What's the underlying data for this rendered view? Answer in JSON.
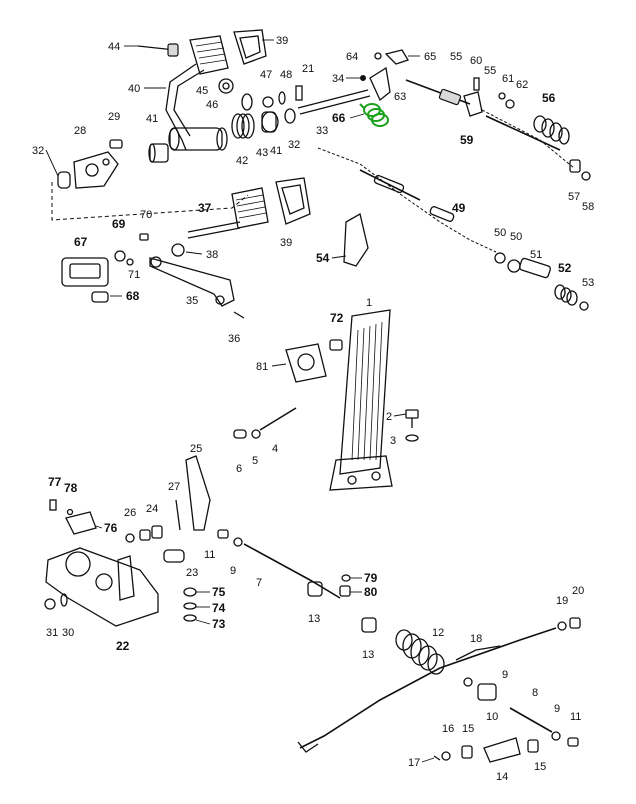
{
  "diagram": {
    "highlight_color": "#1aa11a",
    "callouts": [
      {
        "id": "c44",
        "text": "44"
      },
      {
        "id": "c39a",
        "text": "39"
      },
      {
        "id": "c40",
        "text": "40"
      },
      {
        "id": "c45",
        "text": "45"
      },
      {
        "id": "c47",
        "text": "47"
      },
      {
        "id": "c48",
        "text": "48"
      },
      {
        "id": "c21",
        "text": "21"
      },
      {
        "id": "c46",
        "text": "46"
      },
      {
        "id": "c34",
        "text": "34"
      },
      {
        "id": "c64",
        "text": "64"
      },
      {
        "id": "c65",
        "text": "65"
      },
      {
        "id": "c55a",
        "text": "55"
      },
      {
        "id": "c60",
        "text": "60"
      },
      {
        "id": "c55b",
        "text": "55"
      },
      {
        "id": "c61",
        "text": "61"
      },
      {
        "id": "c62",
        "text": "62"
      },
      {
        "id": "c56",
        "text": "56"
      },
      {
        "id": "c63",
        "text": "63"
      },
      {
        "id": "c66",
        "text": "66"
      },
      {
        "id": "c29",
        "text": "29"
      },
      {
        "id": "c28",
        "text": "28"
      },
      {
        "id": "c41a",
        "text": "41"
      },
      {
        "id": "c32a",
        "text": "32"
      },
      {
        "id": "c42",
        "text": "42"
      },
      {
        "id": "c43",
        "text": "43"
      },
      {
        "id": "c41b",
        "text": "41"
      },
      {
        "id": "c32b",
        "text": "32"
      },
      {
        "id": "c33",
        "text": "33"
      },
      {
        "id": "c59",
        "text": "59"
      },
      {
        "id": "c57",
        "text": "57"
      },
      {
        "id": "c58",
        "text": "58"
      },
      {
        "id": "c70",
        "text": "70"
      },
      {
        "id": "c37",
        "text": "37"
      },
      {
        "id": "c69",
        "text": "69"
      },
      {
        "id": "c67",
        "text": "67"
      },
      {
        "id": "c71",
        "text": "71"
      },
      {
        "id": "c68",
        "text": "68"
      },
      {
        "id": "c38",
        "text": "38"
      },
      {
        "id": "c39b",
        "text": "39"
      },
      {
        "id": "c49",
        "text": "49"
      },
      {
        "id": "c54",
        "text": "54"
      },
      {
        "id": "c50a",
        "text": "50"
      },
      {
        "id": "c50b",
        "text": "50"
      },
      {
        "id": "c51",
        "text": "51"
      },
      {
        "id": "c52",
        "text": "52"
      },
      {
        "id": "c53",
        "text": "53"
      },
      {
        "id": "c35",
        "text": "35"
      },
      {
        "id": "c36",
        "text": "36"
      },
      {
        "id": "c1",
        "text": "1"
      },
      {
        "id": "c72",
        "text": "72"
      },
      {
        "id": "c81",
        "text": "81"
      },
      {
        "id": "c2",
        "text": "2"
      },
      {
        "id": "c3",
        "text": "3"
      },
      {
        "id": "c25",
        "text": "25"
      },
      {
        "id": "c4",
        "text": "4"
      },
      {
        "id": "c5",
        "text": "5"
      },
      {
        "id": "c6",
        "text": "6"
      },
      {
        "id": "c77",
        "text": "77"
      },
      {
        "id": "c78",
        "text": "78"
      },
      {
        "id": "c27",
        "text": "27"
      },
      {
        "id": "c26",
        "text": "26"
      },
      {
        "id": "c24",
        "text": "24"
      },
      {
        "id": "c76",
        "text": "76"
      },
      {
        "id": "c11a",
        "text": "11"
      },
      {
        "id": "c9a",
        "text": "9"
      },
      {
        "id": "c23",
        "text": "23"
      },
      {
        "id": "c7",
        "text": "7"
      },
      {
        "id": "c79",
        "text": "79"
      },
      {
        "id": "c80",
        "text": "80"
      },
      {
        "id": "c75",
        "text": "75"
      },
      {
        "id": "c74",
        "text": "74"
      },
      {
        "id": "c73",
        "text": "73"
      },
      {
        "id": "c31",
        "text": "31"
      },
      {
        "id": "c30",
        "text": "30"
      },
      {
        "id": "c22",
        "text": "22"
      },
      {
        "id": "c13a",
        "text": "13"
      },
      {
        "id": "c13b",
        "text": "13"
      },
      {
        "id": "c12",
        "text": "12"
      },
      {
        "id": "c18",
        "text": "18"
      },
      {
        "id": "c19",
        "text": "19"
      },
      {
        "id": "c20",
        "text": "20"
      },
      {
        "id": "c9b",
        "text": "9"
      },
      {
        "id": "c10",
        "text": "10"
      },
      {
        "id": "c8",
        "text": "8"
      },
      {
        "id": "c9c",
        "text": "9"
      },
      {
        "id": "c11b",
        "text": "11"
      },
      {
        "id": "c16",
        "text": "16"
      },
      {
        "id": "c15a",
        "text": "15"
      },
      {
        "id": "c17",
        "text": "17"
      },
      {
        "id": "c14",
        "text": "14"
      },
      {
        "id": "c15b",
        "text": "15"
      }
    ]
  }
}
